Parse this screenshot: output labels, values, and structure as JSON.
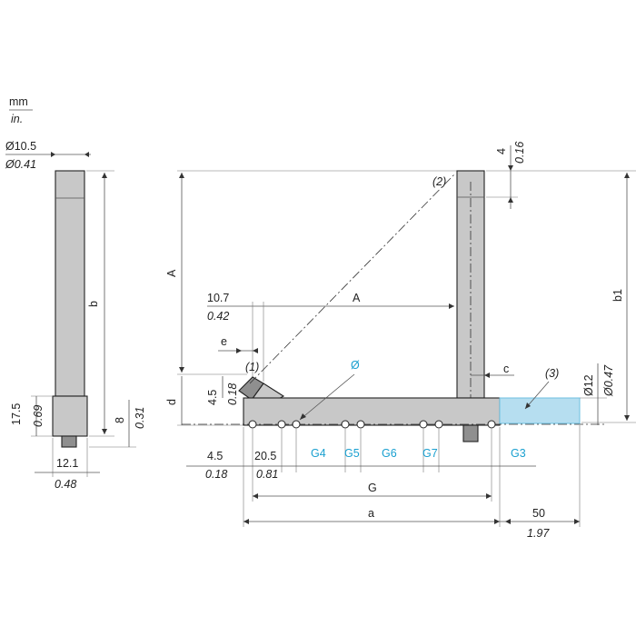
{
  "units": {
    "primary": "mm",
    "secondary": "in."
  },
  "colors": {
    "accent": "#1aa0d0",
    "beam": "#b6def0",
    "part": "#c8c8c8"
  },
  "left_view": {
    "diameter_mm": "Ø10.5",
    "diameter_in": "Ø0.41",
    "length_label": "b",
    "foot_mm": "17.5",
    "foot_in": "0.69",
    "pin_mm": "8",
    "pin_in": "0.31",
    "width_mm": "12.1",
    "width_in": "0.48"
  },
  "main_view": {
    "A_vertical": "A",
    "A_horizontal": "A",
    "dim_10_7_mm": "10.7",
    "dim_10_7_in": "0.42",
    "e_label": "e",
    "note_1": "(1)",
    "note_2": "(2)",
    "note_3": "(3)",
    "hole_label": "Ø",
    "d_label": "d",
    "dim_4_5_mm": "4.5",
    "dim_4_5_in": "0.18",
    "top_4_mm": "4",
    "top_4_in": "0.16",
    "b1_label": "b1",
    "c_label": "c",
    "beam_dia_mm": "Ø12",
    "beam_dia_in": "Ø0.47",
    "bottom_4_5_mm": "4.5",
    "bottom_4_5_in": "0.18",
    "bottom_20_5_mm": "20.5",
    "bottom_20_5_in": "0.81",
    "gaps": [
      "G4",
      "G5",
      "G6",
      "G7",
      "G3"
    ],
    "G_label": "G",
    "a_label": "a",
    "dim_50_mm": "50",
    "dim_50_in": "1.97"
  }
}
